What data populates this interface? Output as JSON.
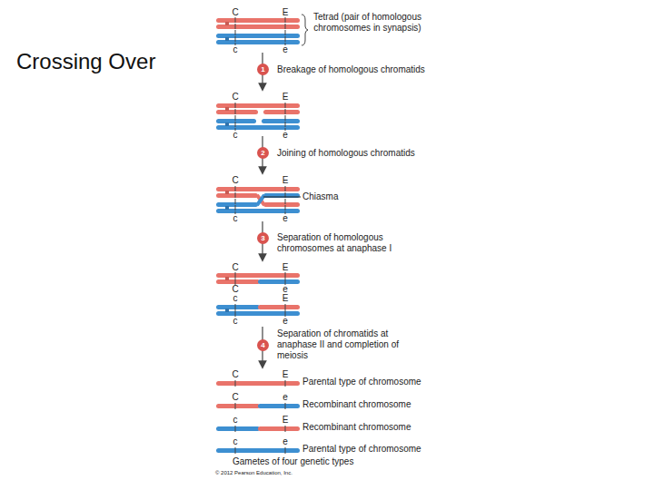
{
  "diagram": {
    "title": "Crossing Over",
    "nodes": [
      {
        "text": [
          "1"
        ]
      },
      {
        "text": [
          "2"
        ]
      },
      {
        "text": [
          "3"
        ]
      },
      {
        "text": [
          "4"
        ]
      }
    ],
    "labels": [
      "C",
      "E",
      "c",
      "e",
      "Tetrad (pair of homologous chromosomes in synapsis)",
      "Breakage of homologous chromatids",
      "C",
      "E",
      "c",
      "e",
      "Joining of homologous chromatids",
      "C",
      "E",
      "Chiasma",
      "c",
      "e",
      "Separation of homologous chromosomes at anaphase I",
      "C",
      "E",
      "C",
      "e",
      "c",
      "E",
      "c",
      "e",
      "Separation of chromatids at anaphase II and completion of meiosis",
      "C",
      "E",
      "Parental type of chromosome",
      "C",
      "e",
      "Recombinant chromosome",
      "c",
      "E",
      "Recombinant chromosome",
      "c",
      "e",
      "Parental type of chromosome",
      "Gametes of four genetic types",
      "© 2012 Pearson Education, Inc."
    ]
  }
}
